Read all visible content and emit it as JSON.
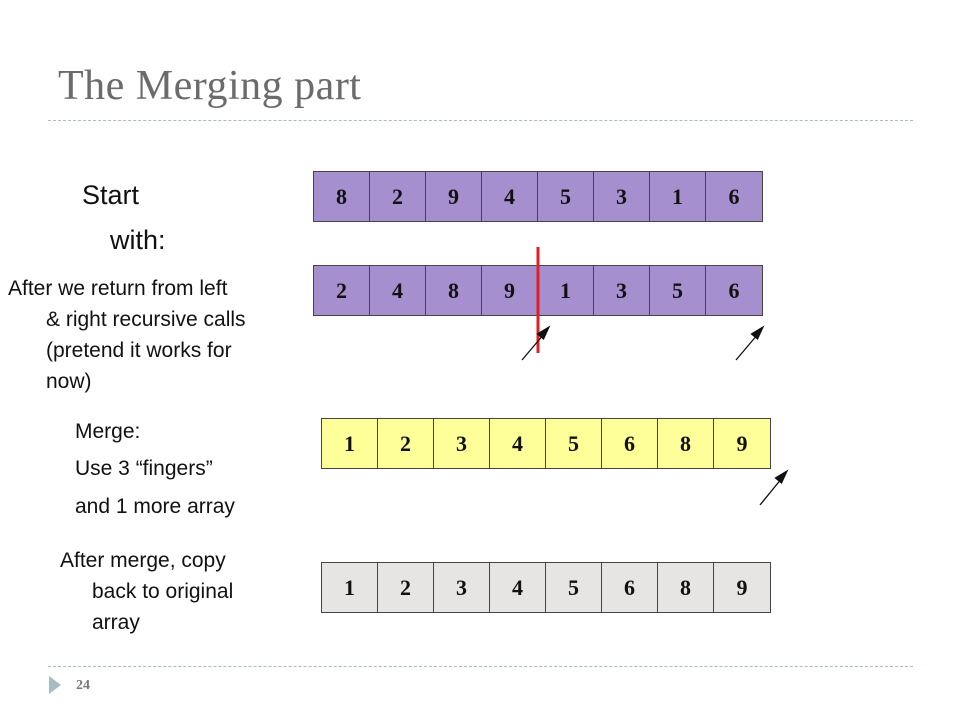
{
  "slide": {
    "title": "The Merging part",
    "page_number": "24"
  },
  "labels": {
    "start_line1": "Start",
    "start_line2": "with:",
    "after_return": [
      "After we return from left",
      "& right recursive calls",
      "(pretend it works for",
      "now)"
    ],
    "merge": "Merge:",
    "fingers": "Use 3 “fingers”",
    "more_array": "and 1 more array",
    "after_merge": [
      "After merge, copy",
      "back to original",
      "array"
    ]
  },
  "arrays": {
    "start": [
      "8",
      "2",
      "9",
      "4",
      "5",
      "3",
      "1",
      "6"
    ],
    "after_return": [
      "2",
      "4",
      "8",
      "9",
      "1",
      "3",
      "5",
      "6"
    ],
    "merged": [
      "1",
      "2",
      "3",
      "4",
      "5",
      "6",
      "8",
      "9"
    ],
    "copied": [
      "1",
      "2",
      "3",
      "4",
      "5",
      "6",
      "8",
      "9"
    ]
  },
  "colors": {
    "purple": "#a68fcf",
    "yellow": "#ffff99",
    "gray": "#e7e5e3",
    "divider_red": "#e02020"
  }
}
